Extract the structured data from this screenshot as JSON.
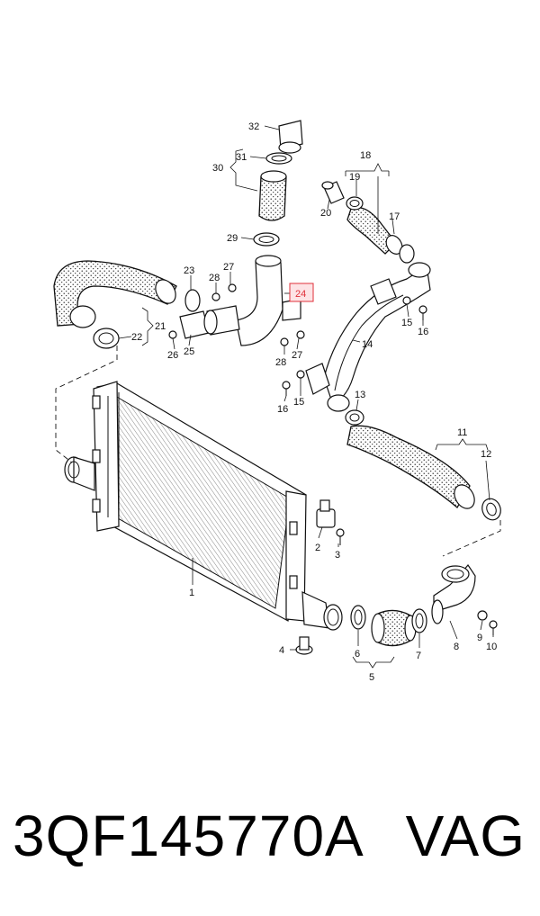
{
  "diagram": {
    "highlight_color": "#e0303a",
    "highlighted_callout": "24",
    "callouts": {
      "c1": "1",
      "c2": "2",
      "c3": "3",
      "c4": "4",
      "c5": "5",
      "c6": "6",
      "c7": "7",
      "c8": "8",
      "c9": "9",
      "c10": "10",
      "c11": "11",
      "c12": "12",
      "c13": "13",
      "c14": "14",
      "c15a": "15",
      "c15b": "15",
      "c16a": "16",
      "c16b": "16",
      "c17": "17",
      "c18": "18",
      "c19": "19",
      "c20": "20",
      "c21": "21",
      "c22": "22",
      "c23": "23",
      "c24": "24",
      "c25": "25",
      "c26": "26",
      "c27a": "27",
      "c27b": "27",
      "c28a": "28",
      "c28b": "28",
      "c29": "29",
      "c30": "30",
      "c31": "31",
      "c32": "32"
    }
  },
  "caption": {
    "part_number": "3QF145770A",
    "brand": "VAG"
  }
}
